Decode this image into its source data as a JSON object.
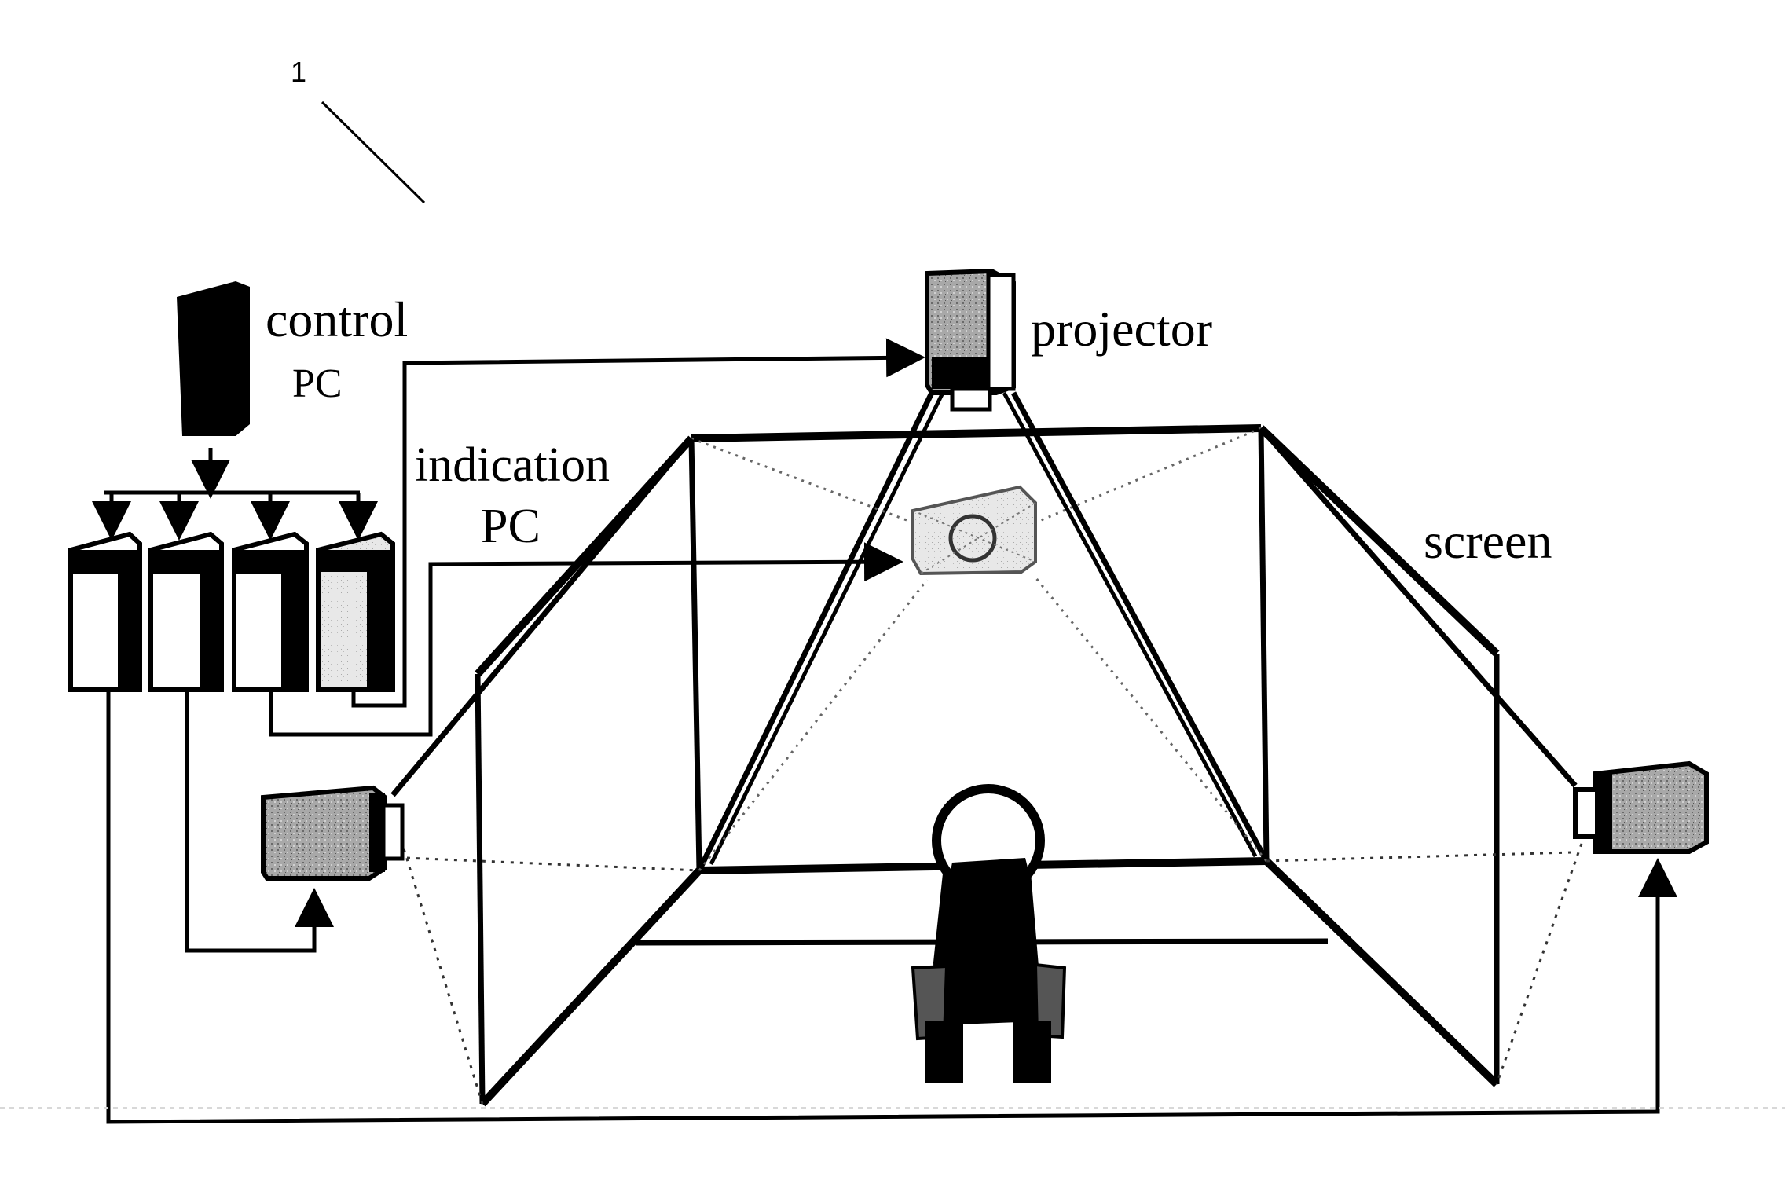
{
  "figure": {
    "reference_numeral": "1",
    "labels": {
      "control_pc_line1": "control",
      "control_pc_line2": "PC",
      "projector": "projector",
      "indication_pc_line1": "indication",
      "indication_pc_line2": "PC",
      "screen": "screen"
    },
    "colors": {
      "ink": "#000000",
      "device_gray": "#9a9a9a",
      "beam_gray": "#666666"
    },
    "icons": [
      "tower-pc-icon",
      "projector-icon",
      "camera-icon",
      "person-icon",
      "arrow-head-icon"
    ]
  }
}
